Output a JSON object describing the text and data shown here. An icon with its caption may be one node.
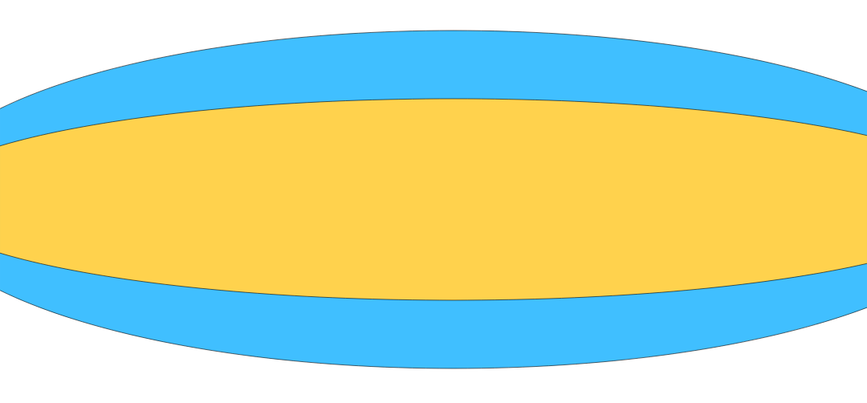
{
  "diagram": {
    "nodes": [
      {
        "text": [],
        "shape": "ellipse"
      },
      {
        "text": [],
        "shape": "ellipse",
        "in": 0
      }
    ]
  }
}
